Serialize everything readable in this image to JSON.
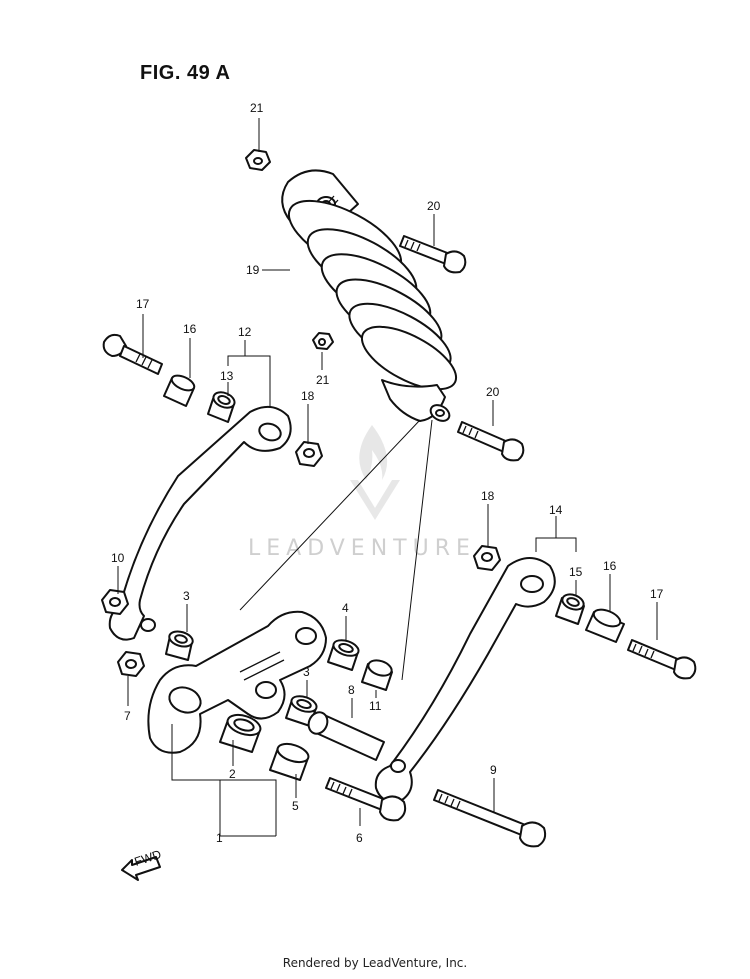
{
  "figure": {
    "title": "FIG. 49 A",
    "watermark": "LEADVENTURE",
    "footer": "Rendered by LeadVenture, Inc.",
    "arrow_label": "FWD"
  },
  "callouts": [
    {
      "id": "c21a",
      "label": "21"
    },
    {
      "id": "c20a",
      "label": "20"
    },
    {
      "id": "c19",
      "label": "19"
    },
    {
      "id": "c17a",
      "label": "17"
    },
    {
      "id": "c16a",
      "label": "16"
    },
    {
      "id": "c12",
      "label": "12"
    },
    {
      "id": "c13",
      "label": "13"
    },
    {
      "id": "c21b",
      "label": "21"
    },
    {
      "id": "c18a",
      "label": "18"
    },
    {
      "id": "c20b",
      "label": "20"
    },
    {
      "id": "c18b",
      "label": "18"
    },
    {
      "id": "c14",
      "label": "14"
    },
    {
      "id": "c15",
      "label": "15"
    },
    {
      "id": "c16b",
      "label": "16"
    },
    {
      "id": "c17b",
      "label": "17"
    },
    {
      "id": "c10",
      "label": "10"
    },
    {
      "id": "c3a",
      "label": "3"
    },
    {
      "id": "c4",
      "label": "4"
    },
    {
      "id": "c3b",
      "label": "3"
    },
    {
      "id": "c8",
      "label": "8"
    },
    {
      "id": "c11",
      "label": "11"
    },
    {
      "id": "c7",
      "label": "7"
    },
    {
      "id": "c2",
      "label": "2"
    },
    {
      "id": "c5",
      "label": "5"
    },
    {
      "id": "c9",
      "label": "9"
    },
    {
      "id": "c1",
      "label": "1"
    },
    {
      "id": "c6",
      "label": "6"
    }
  ]
}
